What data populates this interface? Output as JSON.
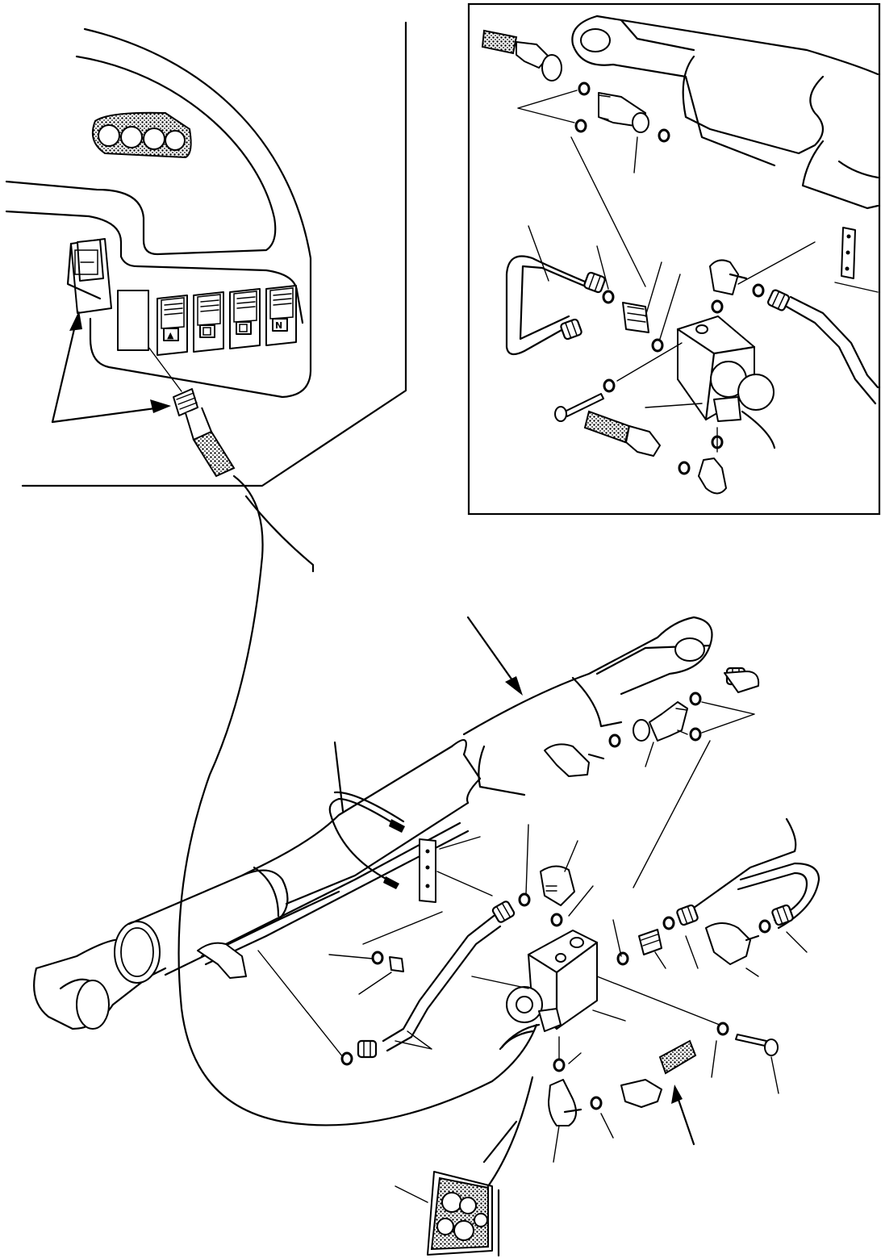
{
  "diagram": {
    "kind": "exploded parts illustration",
    "labels": [],
    "switch_panel": {
      "switch_icons": [
        "blank",
        "triangle-glyph",
        "square-glyph",
        "square-glyph",
        "n-glyph"
      ],
      "indicator_lamps": 4
    },
    "colors": {
      "ink": "#000000",
      "paper": "#ffffff"
    }
  }
}
